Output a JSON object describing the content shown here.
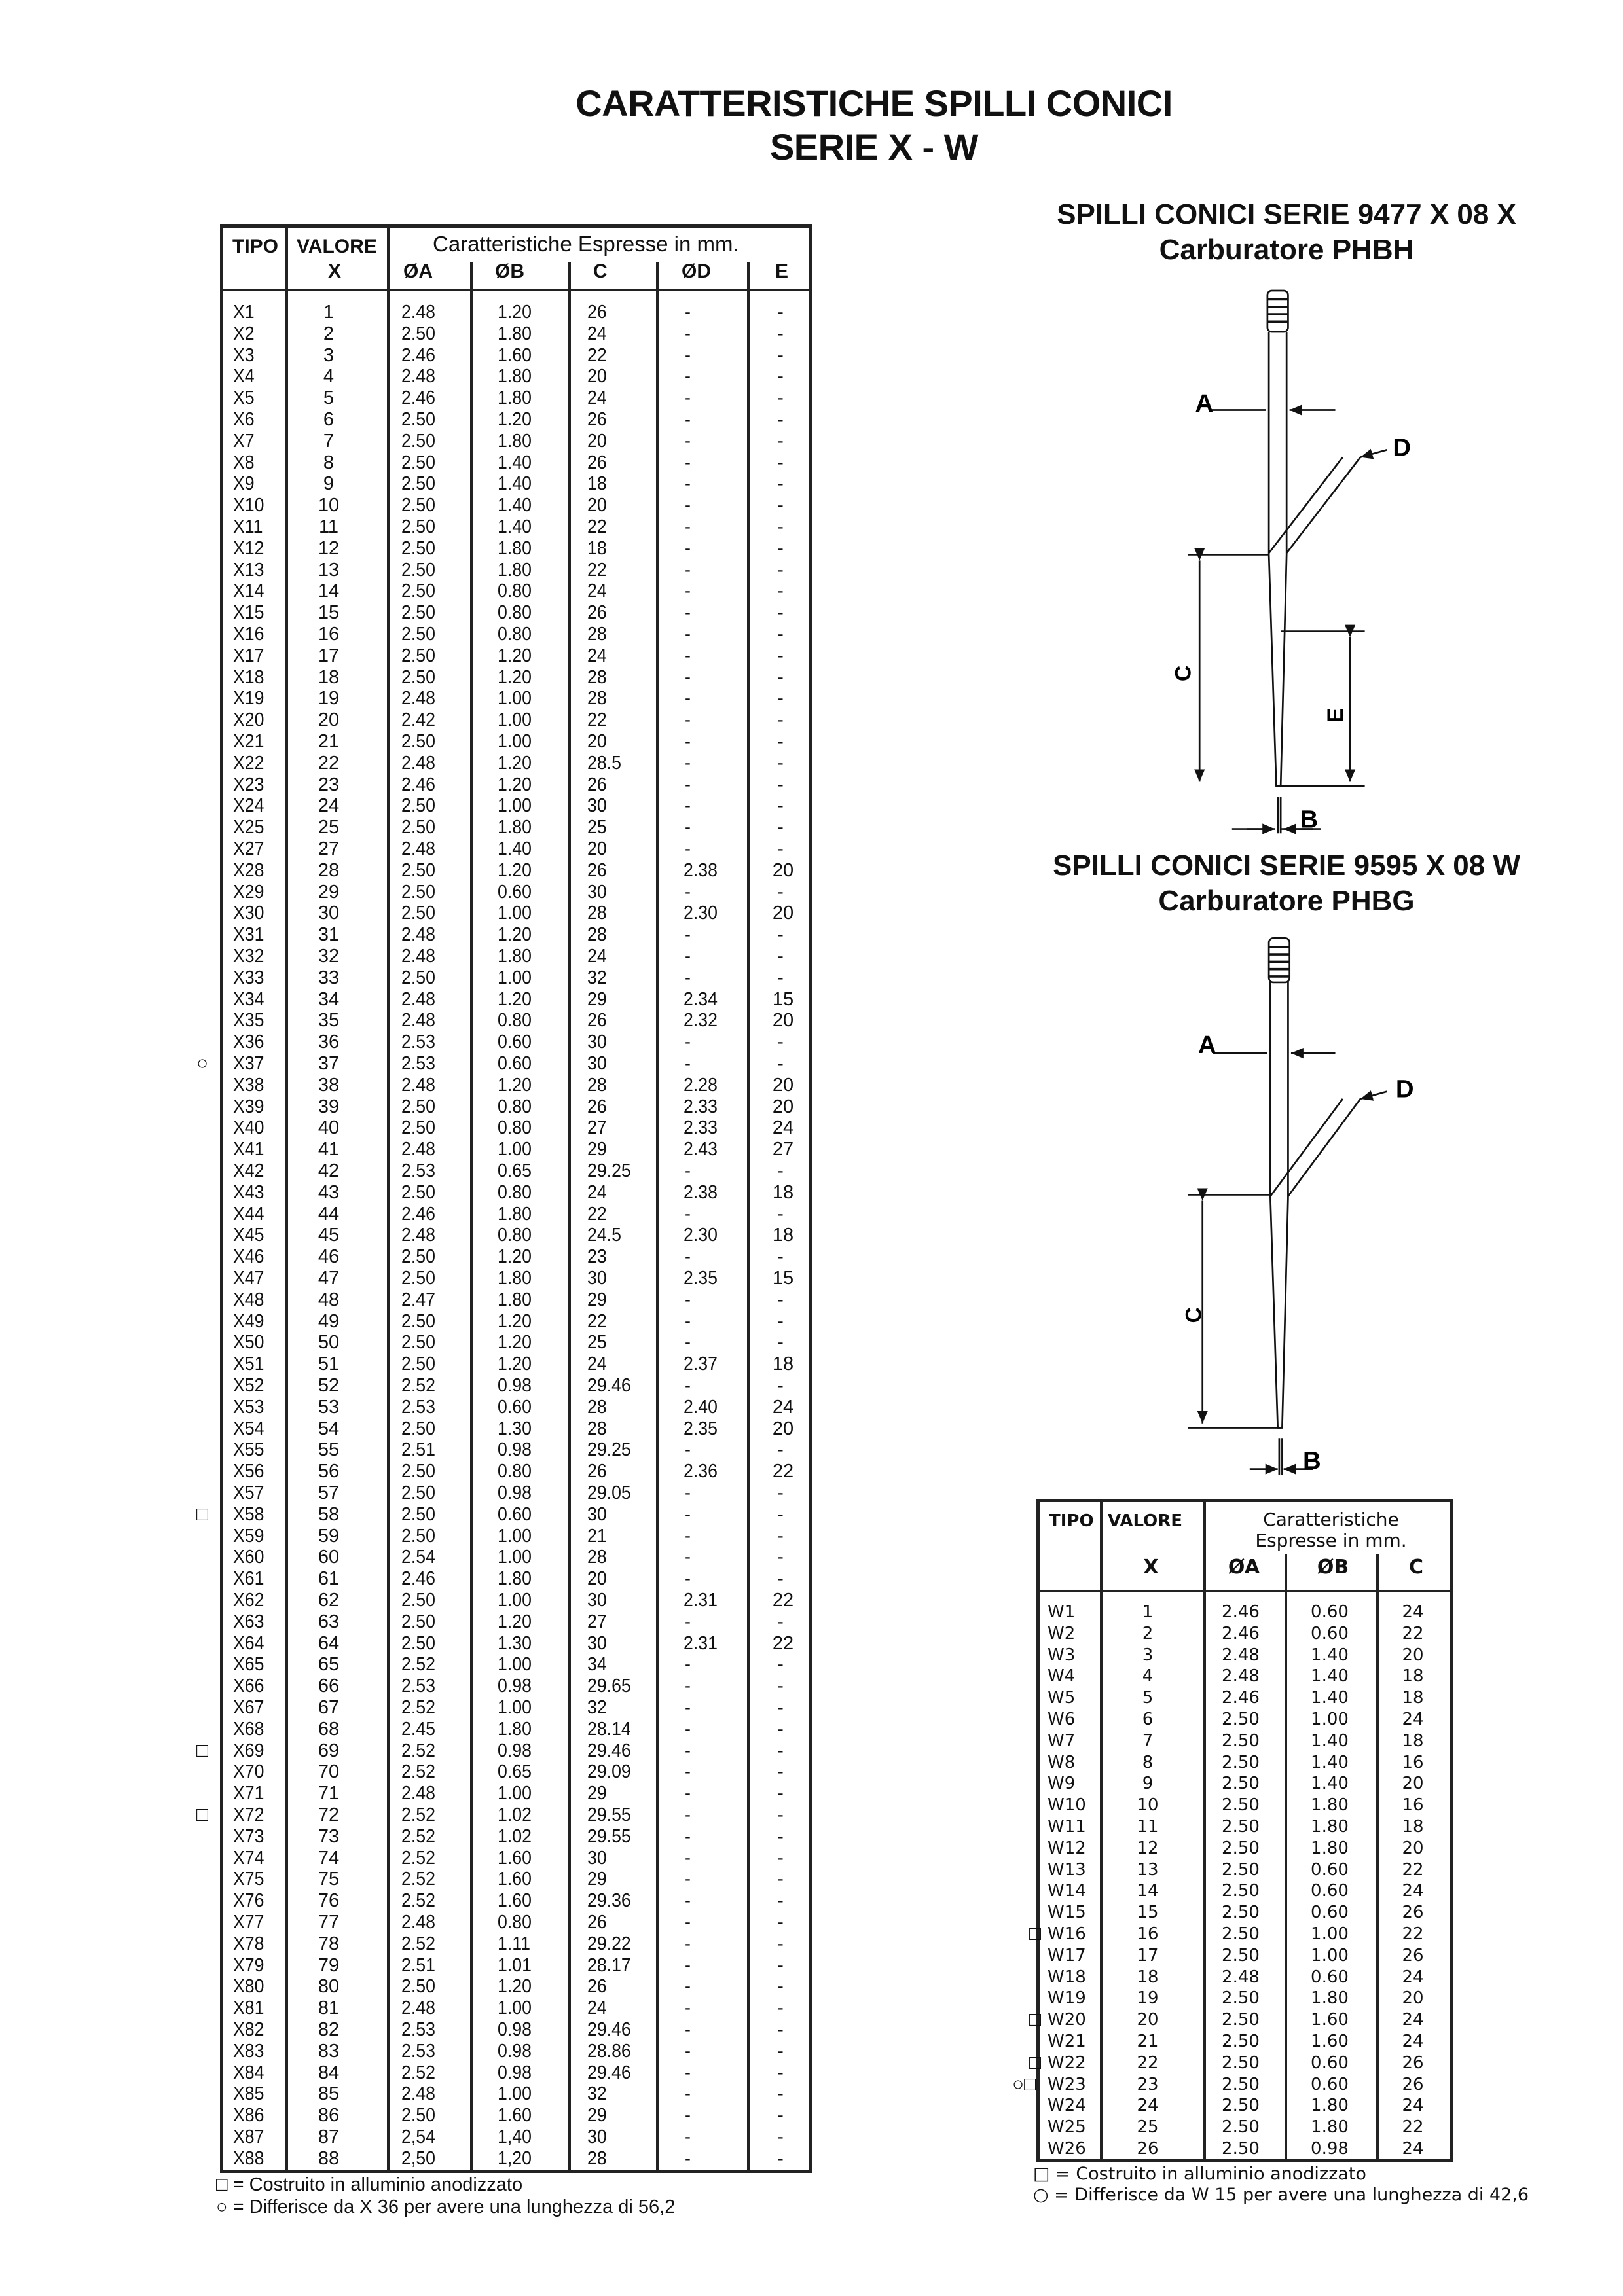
{
  "header": {
    "title_line1": "CARATTERISTICHE SPILLI CONICI",
    "title_line2": "SERIE X - W"
  },
  "series_x": {
    "title": "SPILLI CONICI SERIE 9477 X 08 X",
    "carburetor": "Carburatore PHBH",
    "diagram_labels": {
      "a": "A",
      "b": "B",
      "c": "C",
      "d": "D",
      "e": "E"
    }
  },
  "series_w": {
    "title": "SPILLI CONICI SERIE 9595 X 08 W",
    "carburetor": "Carburatore PHBG",
    "diagram_labels": {
      "a": "A",
      "b": "B",
      "c": "C",
      "d": "D"
    }
  },
  "x_table": {
    "headers": {
      "tipo": "TIPO",
      "valore": "VALORE",
      "group": "Caratteristiche Espresse in mm.",
      "x": "X",
      "a": "ØA",
      "b": "ØB",
      "c": "C",
      "d": "ØD",
      "e": "E"
    },
    "markers": {
      "X37": "○",
      "X58": "□",
      "X69": "□",
      "X72": "□"
    },
    "rows": [
      [
        "X1",
        "1",
        "2.48",
        "1.20",
        "26",
        "-",
        "-"
      ],
      [
        "X2",
        "2",
        "2.50",
        "1.80",
        "24",
        "-",
        "-"
      ],
      [
        "X3",
        "3",
        "2.46",
        "1.60",
        "22",
        "-",
        "-"
      ],
      [
        "X4",
        "4",
        "2.48",
        "1.80",
        "20",
        "-",
        "-"
      ],
      [
        "X5",
        "5",
        "2.46",
        "1.80",
        "24",
        "-",
        "-"
      ],
      [
        "X6",
        "6",
        "2.50",
        "1.20",
        "26",
        "-",
        "-"
      ],
      [
        "X7",
        "7",
        "2.50",
        "1.80",
        "20",
        "-",
        "-"
      ],
      [
        "X8",
        "8",
        "2.50",
        "1.40",
        "26",
        "-",
        "-"
      ],
      [
        "X9",
        "9",
        "2.50",
        "1.40",
        "18",
        "-",
        "-"
      ],
      [
        "X10",
        "10",
        "2.50",
        "1.40",
        "20",
        "-",
        "-"
      ],
      [
        "X11",
        "11",
        "2.50",
        "1.40",
        "22",
        "-",
        "-"
      ],
      [
        "X12",
        "12",
        "2.50",
        "1.80",
        "18",
        "-",
        "-"
      ],
      [
        "X13",
        "13",
        "2.50",
        "1.80",
        "22",
        "-",
        "-"
      ],
      [
        "X14",
        "14",
        "2.50",
        "0.80",
        "24",
        "-",
        "-"
      ],
      [
        "X15",
        "15",
        "2.50",
        "0.80",
        "26",
        "-",
        "-"
      ],
      [
        "X16",
        "16",
        "2.50",
        "0.80",
        "28",
        "-",
        "-"
      ],
      [
        "X17",
        "17",
        "2.50",
        "1.20",
        "24",
        "-",
        "-"
      ],
      [
        "X18",
        "18",
        "2.50",
        "1.20",
        "28",
        "-",
        "-"
      ],
      [
        "X19",
        "19",
        "2.48",
        "1.00",
        "28",
        "-",
        "-"
      ],
      [
        "X20",
        "20",
        "2.42",
        "1.00",
        "22",
        "-",
        "-"
      ],
      [
        "X21",
        "21",
        "2.50",
        "1.00",
        "20",
        "-",
        "-"
      ],
      [
        "X22",
        "22",
        "2.48",
        "1.20",
        "28.5",
        "-",
        "-"
      ],
      [
        "X23",
        "23",
        "2.46",
        "1.20",
        "26",
        "-",
        "-"
      ],
      [
        "X24",
        "24",
        "2.50",
        "1.00",
        "30",
        "-",
        "-"
      ],
      [
        "X25",
        "25",
        "2.50",
        "1.80",
        "25",
        "-",
        "-"
      ],
      [
        "X27",
        "27",
        "2.48",
        "1.40",
        "20",
        "-",
        "-"
      ],
      [
        "X28",
        "28",
        "2.50",
        "1.20",
        "26",
        "2.38",
        "20"
      ],
      [
        "X29",
        "29",
        "2.50",
        "0.60",
        "30",
        "-",
        "-"
      ],
      [
        "X30",
        "30",
        "2.50",
        "1.00",
        "28",
        "2.30",
        "20"
      ],
      [
        "X31",
        "31",
        "2.48",
        "1.20",
        "28",
        "-",
        "-"
      ],
      [
        "X32",
        "32",
        "2.48",
        "1.80",
        "24",
        "-",
        "-"
      ],
      [
        "X33",
        "33",
        "2.50",
        "1.00",
        "32",
        "-",
        "-"
      ],
      [
        "X34",
        "34",
        "2.48",
        "1.20",
        "29",
        "2.34",
        "15"
      ],
      [
        "X35",
        "35",
        "2.48",
        "0.80",
        "26",
        "2.32",
        "20"
      ],
      [
        "X36",
        "36",
        "2.53",
        "0.60",
        "30",
        "-",
        "-"
      ],
      [
        "X37",
        "37",
        "2.53",
        "0.60",
        "30",
        "-",
        "-"
      ],
      [
        "X38",
        "38",
        "2.48",
        "1.20",
        "28",
        "2.28",
        "20"
      ],
      [
        "X39",
        "39",
        "2.50",
        "0.80",
        "26",
        "2.33",
        "20"
      ],
      [
        "X40",
        "40",
        "2.50",
        "0.80",
        "27",
        "2.33",
        "24"
      ],
      [
        "X41",
        "41",
        "2.48",
        "1.00",
        "29",
        "2.43",
        "27"
      ],
      [
        "X42",
        "42",
        "2.53",
        "0.65",
        "29.25",
        "-",
        "-"
      ],
      [
        "X43",
        "43",
        "2.50",
        "0.80",
        "24",
        "2.38",
        "18"
      ],
      [
        "X44",
        "44",
        "2.46",
        "1.80",
        "22",
        "-",
        "-"
      ],
      [
        "X45",
        "45",
        "2.48",
        "0.80",
        "24.5",
        "2.30",
        "18"
      ],
      [
        "X46",
        "46",
        "2.50",
        "1.20",
        "23",
        "-",
        "-"
      ],
      [
        "X47",
        "47",
        "2.50",
        "1.80",
        "30",
        "2.35",
        "15"
      ],
      [
        "X48",
        "48",
        "2.47",
        "1.80",
        "29",
        "-",
        "-"
      ],
      [
        "X49",
        "49",
        "2.50",
        "1.20",
        "22",
        "-",
        "-"
      ],
      [
        "X50",
        "50",
        "2.50",
        "1.20",
        "25",
        "-",
        "-"
      ],
      [
        "X51",
        "51",
        "2.50",
        "1.20",
        "24",
        "2.37",
        "18"
      ],
      [
        "X52",
        "52",
        "2.52",
        "0.98",
        "29.46",
        "-",
        "-"
      ],
      [
        "X53",
        "53",
        "2.53",
        "0.60",
        "28",
        "2.40",
        "24"
      ],
      [
        "X54",
        "54",
        "2.50",
        "1.30",
        "28",
        "2.35",
        "20"
      ],
      [
        "X55",
        "55",
        "2.51",
        "0.98",
        "29.25",
        "-",
        "-"
      ],
      [
        "X56",
        "56",
        "2.50",
        "0.80",
        "26",
        "2.36",
        "22"
      ],
      [
        "X57",
        "57",
        "2.50",
        "0.98",
        "29.05",
        "-",
        "-"
      ],
      [
        "X58",
        "58",
        "2.50",
        "0.60",
        "30",
        "-",
        "-"
      ],
      [
        "X59",
        "59",
        "2.50",
        "1.00",
        "21",
        "-",
        "-"
      ],
      [
        "X60",
        "60",
        "2.54",
        "1.00",
        "28",
        "-",
        "-"
      ],
      [
        "X61",
        "61",
        "2.46",
        "1.80",
        "20",
        "-",
        "-"
      ],
      [
        "X62",
        "62",
        "2.50",
        "1.00",
        "30",
        "2.31",
        "22"
      ],
      [
        "X63",
        "63",
        "2.50",
        "1.20",
        "27",
        "-",
        "-"
      ],
      [
        "X64",
        "64",
        "2.50",
        "1.30",
        "30",
        "2.31",
        "22"
      ],
      [
        "X65",
        "65",
        "2.52",
        "1.00",
        "34",
        "-",
        "-"
      ],
      [
        "X66",
        "66",
        "2.53",
        "0.98",
        "29.65",
        "-",
        "-"
      ],
      [
        "X67",
        "67",
        "2.52",
        "1.00",
        "32",
        "-",
        "-"
      ],
      [
        "X68",
        "68",
        "2.45",
        "1.80",
        "28.14",
        "-",
        "-"
      ],
      [
        "X69",
        "69",
        "2.52",
        "0.98",
        "29.46",
        "-",
        "-"
      ],
      [
        "X70",
        "70",
        "2.52",
        "0.65",
        "29.09",
        "-",
        "-"
      ],
      [
        "X71",
        "71",
        "2.48",
        "1.00",
        "29",
        "-",
        "-"
      ],
      [
        "X72",
        "72",
        "2.52",
        "1.02",
        "29.55",
        "-",
        "-"
      ],
      [
        "X73",
        "73",
        "2.52",
        "1.02",
        "29.55",
        "-",
        "-"
      ],
      [
        "X74",
        "74",
        "2.52",
        "1.60",
        "30",
        "-",
        "-"
      ],
      [
        "X75",
        "75",
        "2.52",
        "1.60",
        "29",
        "-",
        "-"
      ],
      [
        "X76",
        "76",
        "2.52",
        "1.60",
        "29.36",
        "-",
        "-"
      ],
      [
        "X77",
        "77",
        "2.48",
        "0.80",
        "26",
        "-",
        "-"
      ],
      [
        "X78",
        "78",
        "2.52",
        "1.11",
        "29.22",
        "-",
        "-"
      ],
      [
        "X79",
        "79",
        "2.51",
        "1.01",
        "28.17",
        "-",
        "-"
      ],
      [
        "X80",
        "80",
        "2.50",
        "1.20",
        "26",
        "-",
        "-"
      ],
      [
        "X81",
        "81",
        "2.48",
        "1.00",
        "24",
        "-",
        "-"
      ],
      [
        "X82",
        "82",
        "2.53",
        "0.98",
        "29.46",
        "-",
        "-"
      ],
      [
        "X83",
        "83",
        "2.53",
        "0.98",
        "28.86",
        "-",
        "-"
      ],
      [
        "X84",
        "84",
        "2.52",
        "0.98",
        "29.46",
        "-",
        "-"
      ],
      [
        "X85",
        "85",
        "2.48",
        "1.00",
        "32",
        "-",
        "-"
      ],
      [
        "X86",
        "86",
        "2.50",
        "1.60",
        "29",
        "-",
        "-"
      ],
      [
        "X87",
        "87",
        "2,54",
        "1,40",
        "30",
        "-",
        "-"
      ],
      [
        "X88",
        "88",
        "2,50",
        "1,20",
        "28",
        "-",
        "-"
      ]
    ],
    "legend": [
      {
        "symbol": "□",
        "text": "= Costruito in alluminio anodizzato"
      },
      {
        "symbol": "○",
        "text": "= Differisce da X 36 per avere una lunghezza di 56,2"
      }
    ]
  },
  "w_table": {
    "headers": {
      "tipo": "TIPO",
      "valore": "VALORE",
      "group_line1": "Caratteristiche",
      "group_line2": "Espresse in mm.",
      "x": "X",
      "a": "ØA",
      "b": "ØB",
      "c": "C"
    },
    "markers": {
      "W16": "□",
      "W20": "□",
      "W22": "□",
      "W23": "○□"
    },
    "rows": [
      [
        "W1",
        "1",
        "2.46",
        "0.60",
        "24"
      ],
      [
        "W2",
        "2",
        "2.46",
        "0.60",
        "22"
      ],
      [
        "W3",
        "3",
        "2.48",
        "1.40",
        "20"
      ],
      [
        "W4",
        "4",
        "2.48",
        "1.40",
        "18"
      ],
      [
        "W5",
        "5",
        "2.46",
        "1.40",
        "18"
      ],
      [
        "W6",
        "6",
        "2.50",
        "1.00",
        "24"
      ],
      [
        "W7",
        "7",
        "2.50",
        "1.40",
        "18"
      ],
      [
        "W8",
        "8",
        "2.50",
        "1.40",
        "16"
      ],
      [
        "W9",
        "9",
        "2.50",
        "1.40",
        "20"
      ],
      [
        "W10",
        "10",
        "2.50",
        "1.80",
        "16"
      ],
      [
        "W11",
        "11",
        "2.50",
        "1.80",
        "18"
      ],
      [
        "W12",
        "12",
        "2.50",
        "1.80",
        "20"
      ],
      [
        "W13",
        "13",
        "2.50",
        "0.60",
        "22"
      ],
      [
        "W14",
        "14",
        "2.50",
        "0.60",
        "24"
      ],
      [
        "W15",
        "15",
        "2.50",
        "0.60",
        "26"
      ],
      [
        "W16",
        "16",
        "2.50",
        "1.00",
        "22"
      ],
      [
        "W17",
        "17",
        "2.50",
        "1.00",
        "26"
      ],
      [
        "W18",
        "18",
        "2.48",
        "0.60",
        "24"
      ],
      [
        "W19",
        "19",
        "2.50",
        "1.80",
        "20"
      ],
      [
        "W20",
        "20",
        "2.50",
        "1.60",
        "24"
      ],
      [
        "W21",
        "21",
        "2.50",
        "1.60",
        "24"
      ],
      [
        "W22",
        "22",
        "2.50",
        "0.60",
        "26"
      ],
      [
        "W23",
        "23",
        "2.50",
        "0.60",
        "26"
      ],
      [
        "W24",
        "24",
        "2.50",
        "1.80",
        "24"
      ],
      [
        "W25",
        "25",
        "2.50",
        "1.80",
        "22"
      ],
      [
        "W26",
        "26",
        "2.50",
        "0.98",
        "24"
      ]
    ],
    "legend": [
      {
        "symbol": "□",
        "text": "= Costruito in alluminio anodizzato"
      },
      {
        "symbol": "○",
        "text": "= Differisce da W 15 per avere una lunghezza di 42,6"
      }
    ]
  }
}
